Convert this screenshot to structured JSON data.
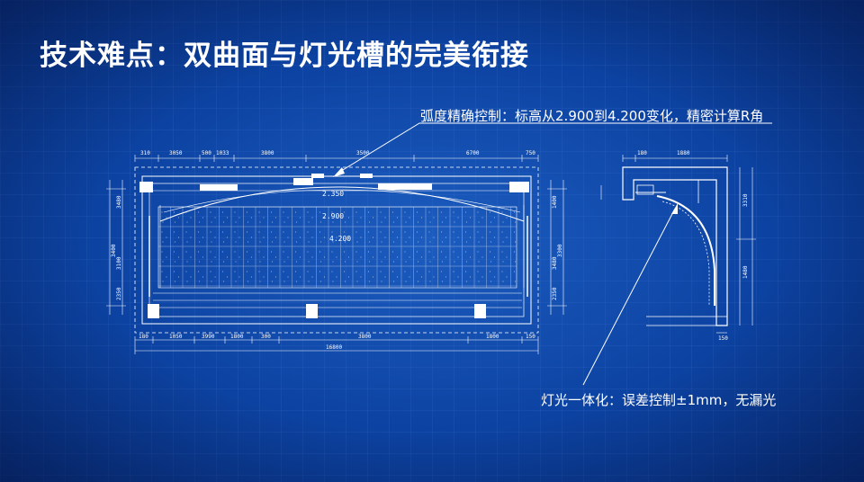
{
  "slide": {
    "title": "技术难点：双曲面与灯光槽的完美衔接",
    "callout_arc": "弧度精确控制：标高从2.900到4.200变化，精密计算R角",
    "callout_light": "灯光一体化：误差控制±1mm，无漏光"
  },
  "plan_drawing": {
    "top_dimensions": [
      "310",
      "3050",
      "500",
      "1033",
      "3800",
      "3500",
      "6700",
      "750"
    ],
    "bottom_dimensions": [
      "180",
      "1050",
      "3990",
      "1800",
      "300",
      "3800",
      "1800",
      "150"
    ],
    "total_dimension": "16800",
    "left_dimensions": [
      "3400",
      "3480",
      "3100",
      "2350"
    ],
    "right_dimensions": [
      "1400",
      "3300",
      "3480",
      "2350"
    ],
    "elevation_labels": [
      "2.350",
      "2.900",
      "4.200"
    ]
  },
  "section_drawing": {
    "top_dimensions": [
      "180",
      "1880"
    ],
    "right_dimensions": [
      "3310",
      "1480",
      "150"
    ]
  },
  "colors": {
    "background": "#0d47a8",
    "line": "#ffffff",
    "text": "#ffffff"
  }
}
